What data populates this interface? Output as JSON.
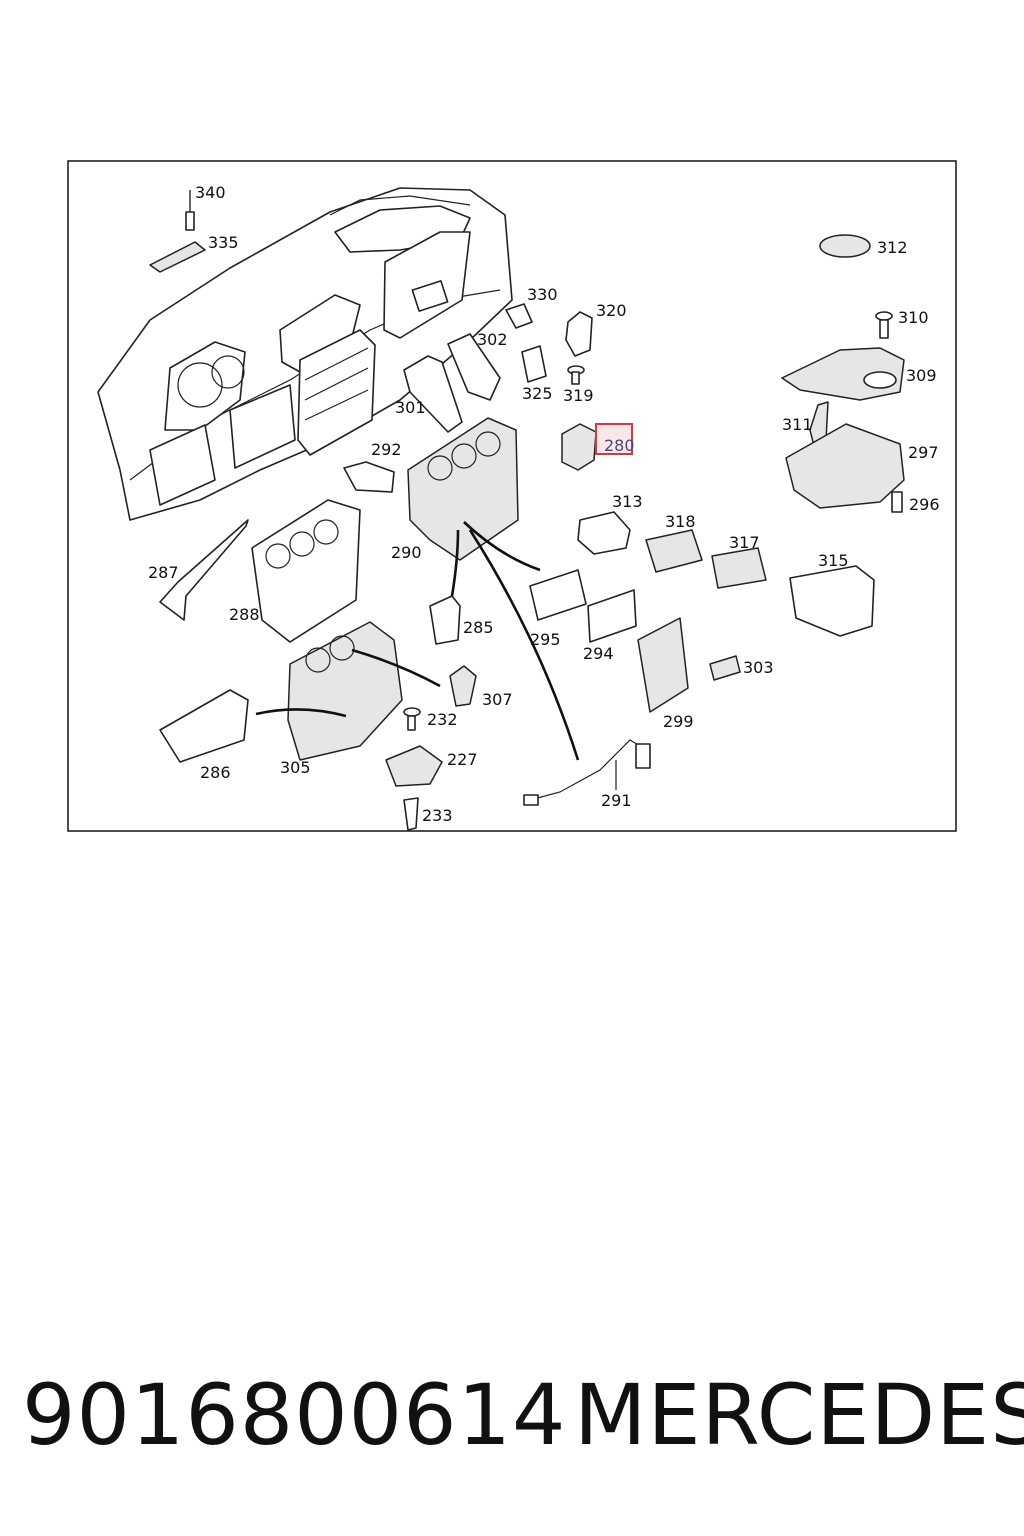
{
  "diagram": {
    "highlight_color": "#d9363e",
    "frame_color": "#222222",
    "labels": {
      "p340": "340",
      "p335": "335",
      "p312": "312",
      "p330": "330",
      "p320": "320",
      "p310": "310",
      "p302": "302",
      "p309": "309",
      "p325": "325",
      "p319": "319",
      "p301": "301",
      "p311": "311",
      "p280": "280",
      "p297": "297",
      "p292": "292",
      "p313": "313",
      "p296": "296",
      "p318": "318",
      "p317": "317",
      "p290": "290",
      "p315": "315",
      "p287": "287",
      "p295": "295",
      "p288": "288",
      "p285": "285",
      "p294": "294",
      "p303": "303",
      "p307": "307",
      "p299": "299",
      "p232": "232",
      "p286": "286",
      "p305": "305",
      "p227": "227",
      "p291": "291",
      "p233": "233"
    }
  },
  "caption": {
    "part_number": "9016800614",
    "brand": "MERCEDES"
  }
}
